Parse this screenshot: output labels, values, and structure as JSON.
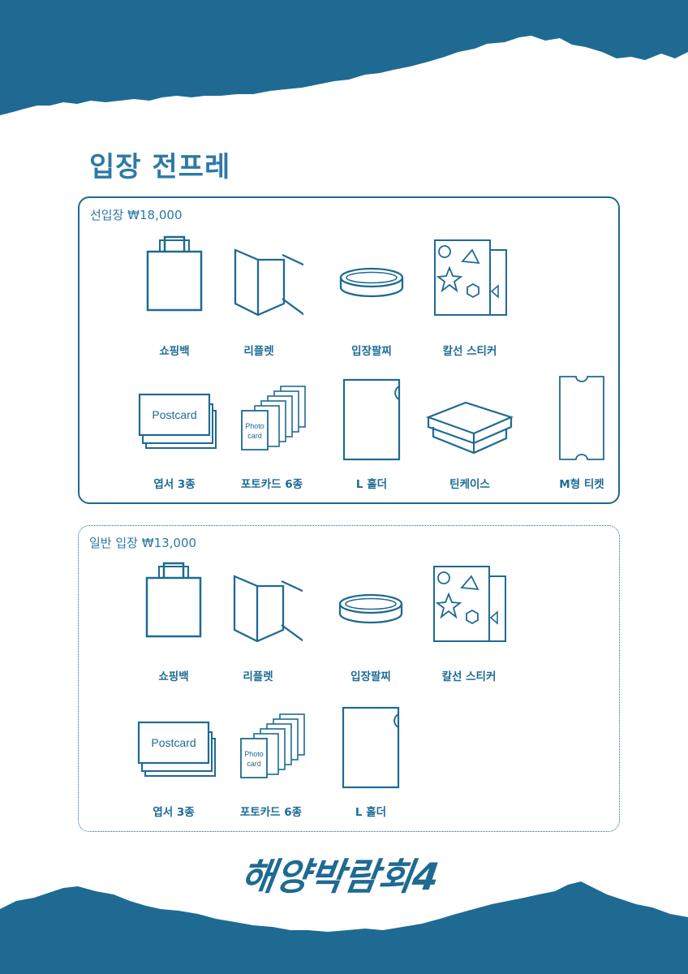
{
  "page": {
    "title": "입장 전프레",
    "brand_text": "해양박람회4",
    "accent_color": "#1f6a92"
  },
  "sections": [
    {
      "label": "선입장 ₩18,000",
      "items": [
        {
          "label": "쇼핑백",
          "icon": "shopping-bag-icon"
        },
        {
          "label": "리플렛",
          "icon": "leaflet-icon"
        },
        {
          "label": "입장팔찌",
          "icon": "wristband-icon"
        },
        {
          "label": "칼선 스티커",
          "icon": "sticker-sheet-icon"
        },
        {
          "label": "엽서 3종",
          "icon": "postcard-icon",
          "icon_text": "Postcard"
        },
        {
          "label": "포토카드 6종",
          "icon": "photocard-icon",
          "icon_text": [
            "Photo",
            "card"
          ]
        },
        {
          "label": "L 홀더",
          "icon": "l-holder-icon"
        },
        {
          "label": "틴케이스",
          "icon": "tin-case-icon"
        },
        {
          "label": "M형 티켓",
          "icon": "ticket-icon"
        }
      ]
    },
    {
      "label": "일반 입장 ₩13,000",
      "items": [
        {
          "label": "쇼핑백",
          "icon": "shopping-bag-icon"
        },
        {
          "label": "리플렛",
          "icon": "leaflet-icon"
        },
        {
          "label": "입장팔찌",
          "icon": "wristband-icon"
        },
        {
          "label": "칼선 스티커",
          "icon": "sticker-sheet-icon"
        },
        {
          "label": "엽서 3종",
          "icon": "postcard-icon",
          "icon_text": "Postcard"
        },
        {
          "label": "포토카드 6종",
          "icon": "photocard-icon",
          "icon_text": [
            "Photo",
            "card"
          ]
        },
        {
          "label": "L 홀더",
          "icon": "l-holder-icon"
        }
      ]
    }
  ]
}
